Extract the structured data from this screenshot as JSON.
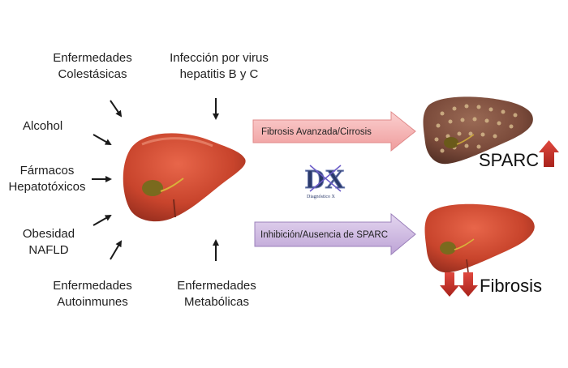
{
  "causes": {
    "colestasicas": [
      "Enfermedades",
      "Colestásicas"
    ],
    "virus": [
      "Infección por virus",
      "hepatitis B y C"
    ],
    "alcohol": [
      "Alcohol"
    ],
    "farmacos": [
      "Fármacos",
      "Hepatotóxicos"
    ],
    "obesidad": [
      "Obesidad",
      "NAFLD"
    ],
    "autoinmunes": [
      "Enfermedades",
      "Autoinmunes"
    ],
    "metabolicas": [
      "Enfermedades",
      "Metabólicas"
    ]
  },
  "outcomes": {
    "top_arrow_label": "Fibrosis Avanzada/Cirrosis",
    "bottom_arrow_label": "Inhibición/Ausencia de SPARC",
    "top_result": "SPARC",
    "bottom_result": "Fibrosis"
  },
  "logo_text": "Diagnóstico X",
  "colors": {
    "top_arrow": "#f4a5a5",
    "bottom_arrow": "#c8b0de",
    "indicator_arrow": "#c0302a",
    "healthy_liver": "#c8442c",
    "cirrhotic_liver": "#7a4a3a"
  }
}
